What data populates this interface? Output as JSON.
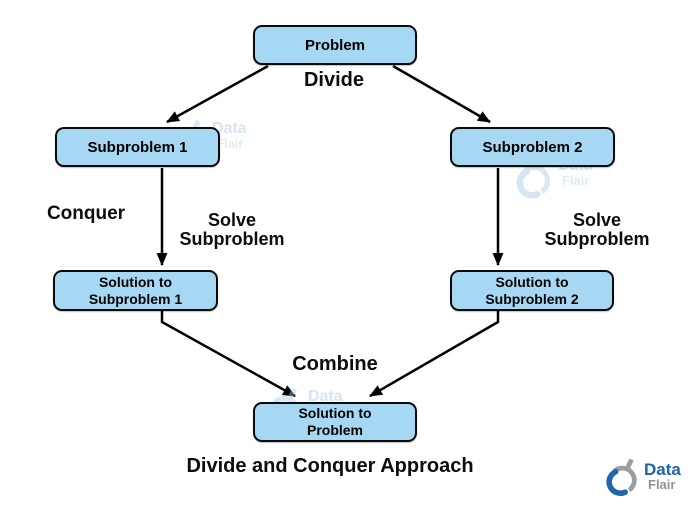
{
  "title": "Divide and Conquer Approach",
  "nodes": [
    {
      "id": "problem",
      "label": "Problem"
    },
    {
      "id": "subproblem-1",
      "label": "Subproblem 1"
    },
    {
      "id": "subproblem-2",
      "label": "Subproblem 2"
    },
    {
      "id": "solution-subproblem-1",
      "line1": "Solution to",
      "line2": "Subproblem 1"
    },
    {
      "id": "solution-subproblem-2",
      "line1": "Solution to",
      "line2": "Subproblem 2"
    },
    {
      "id": "solution-problem",
      "line1": "Solution to",
      "line2": "Problem"
    }
  ],
  "edge_labels": {
    "divide": "Divide",
    "conquer": "Conquer",
    "solve_left_line1": "Solve",
    "solve_left_line2": "Subproblem",
    "solve_right_line1": "Solve",
    "solve_right_line2": "Subproblem",
    "combine": "Combine"
  },
  "watermark": {
    "word1": "Data",
    "word2": "Flair"
  },
  "brand": {
    "word1": "Data",
    "word2": "Flair"
  },
  "colors": {
    "node_fill": "#a6d8f4",
    "node_border": "#0b0b0b",
    "arrow": "#000000",
    "brand_blue": "#1e64a8",
    "brand_gray": "#8f9297",
    "watermark_blue": "#a9cbe6",
    "background": "#ffffff"
  }
}
